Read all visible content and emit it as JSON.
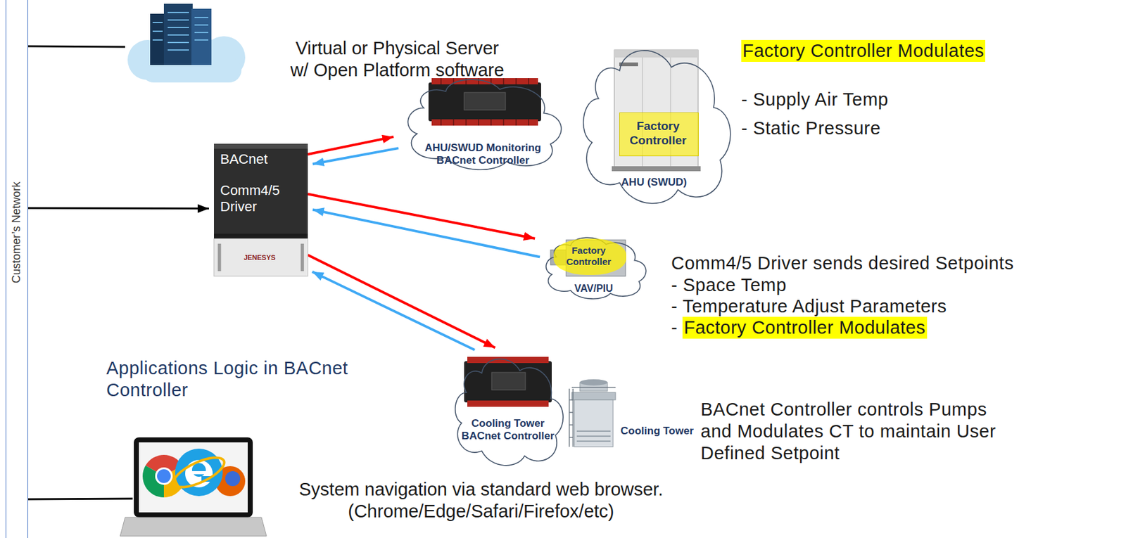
{
  "diagram": {
    "nodes": [
      {
        "text": [
          "Customer’s Network"
        ]
      },
      {
        "text": [
          "Virtual or Physical Server w/ Open Platform software"
        ]
      },
      {
        "text": [
          "BACnet",
          "Comm4/5 Driver",
          "JENESYS"
        ]
      },
      {
        "text": [
          "AHU/SWUD Monitoring BACnet Controller"
        ]
      },
      {
        "text": [
          "AHU (SWUD)"
        ]
      },
      {
        "text": [
          "Factory Controller"
        ],
        "in": 4
      },
      {
        "text": [
          "VAV/PIU"
        ]
      },
      {
        "text": [
          "Factory Controller"
        ],
        "in": 6
      },
      {
        "text": [
          "Cooling Tower BACnet Controller"
        ]
      },
      {
        "text": [
          "Cooling Tower"
        ]
      },
      {
        "text": [
          "System navigation via standard web browser. (Chrome/Edge/Safari/Firefox/etc)"
        ]
      }
    ],
    "edges": [
      {
        "from": 0,
        "to": 1,
        "arrow": "none"
      },
      {
        "from": 0,
        "to": 2,
        "arrow": "to"
      },
      {
        "from": 0,
        "to": 10,
        "arrow": "none"
      },
      {
        "from": 2,
        "to": 3,
        "arrow": "to"
      },
      {
        "from": 3,
        "to": 2,
        "arrow": "to"
      },
      {
        "from": 2,
        "to": 6,
        "arrow": "to"
      },
      {
        "from": 6,
        "to": 2,
        "arrow": "to"
      },
      {
        "from": 2,
        "to": 8,
        "arrow": "to"
      },
      {
        "from": 8,
        "to": 2,
        "arrow": "to"
      }
    ],
    "labels": [
      "Factory Controller Modulates",
      "- Supply Air Temp",
      "- Static Pressure",
      "Comm4/5 Driver sends desired Setpoints",
      "- Space Temp",
      "- Temperature Adjust Parameters",
      "-",
      "Factory Controller Modulates",
      "Applications Logic in BACnet Controller",
      "BACnet Controller controls Pumps and Modulates CT to maintain User Defined Setpoint"
    ]
  }
}
